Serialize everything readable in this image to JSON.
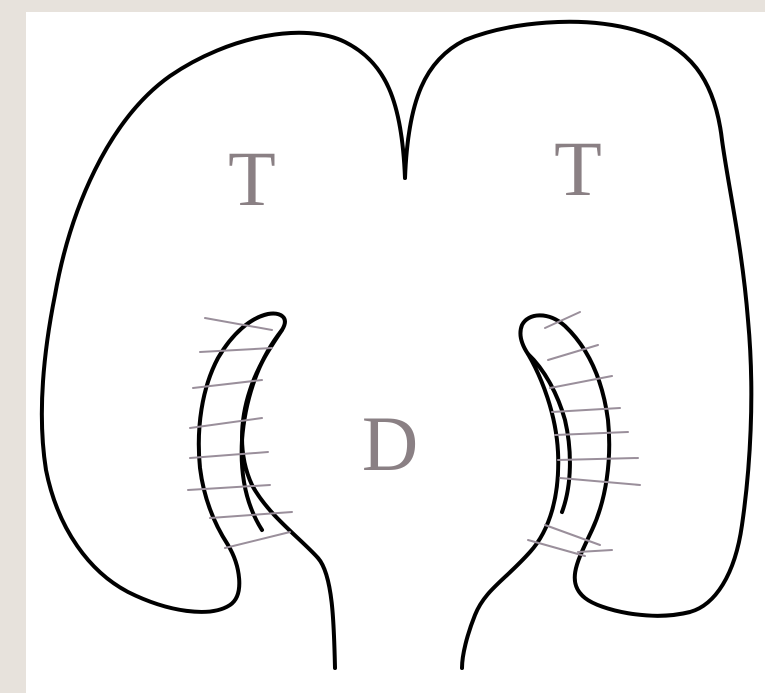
{
  "diagram": {
    "labels": {
      "left_top": "T",
      "right_top": "T",
      "center": "D"
    },
    "colors": {
      "frame_background": "#e7e2dc",
      "panel_background": "#ffffff",
      "outline": "#000000",
      "label": "#8a8084",
      "hatching": "#9a8f9b"
    }
  }
}
